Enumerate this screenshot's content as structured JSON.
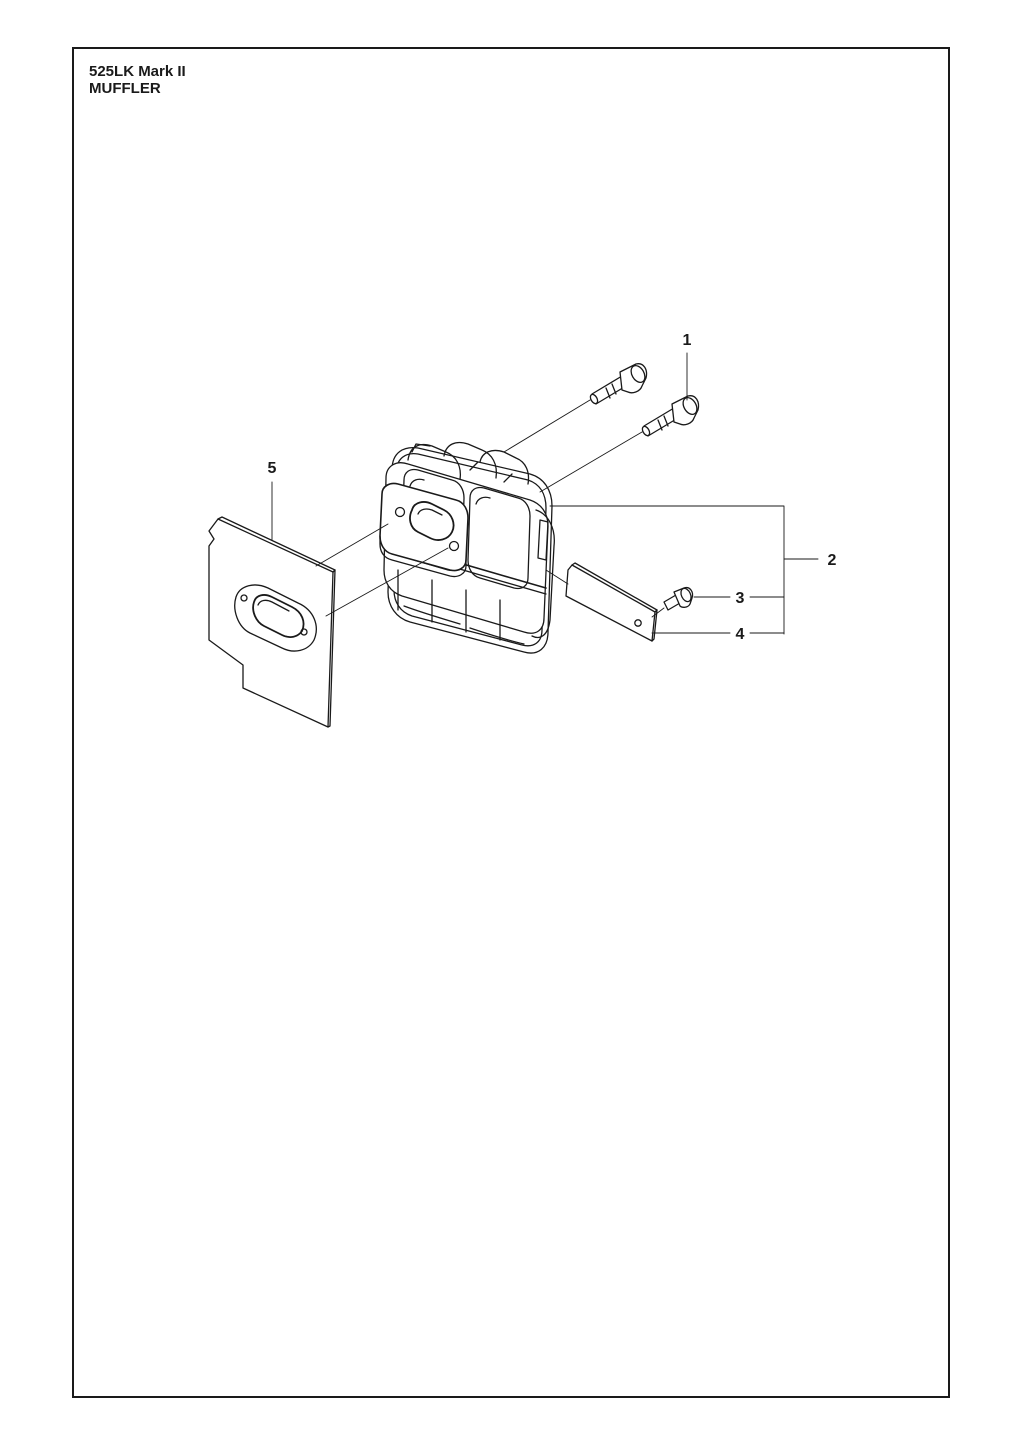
{
  "header": {
    "model": "525LK Mark II",
    "section": "MUFFLER"
  },
  "callouts": [
    "1",
    "2",
    "3",
    "4",
    "5"
  ]
}
